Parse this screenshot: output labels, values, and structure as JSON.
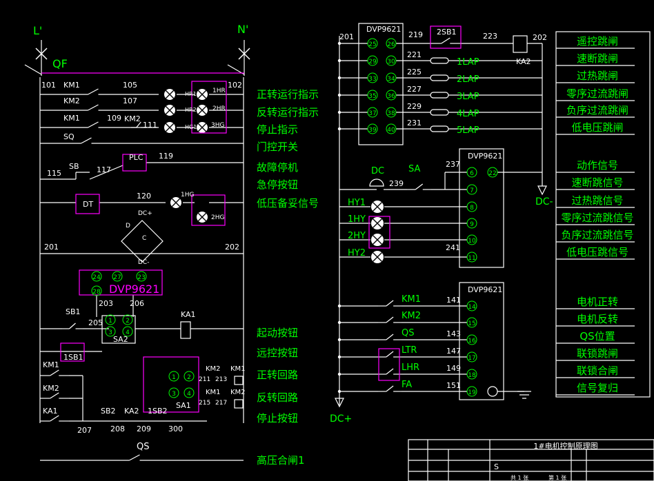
{
  "colors": {
    "background": "#000000",
    "wire": "#ffffff",
    "label": "#00ff00",
    "highlight": "#ff00ff",
    "lamp": "#ffffff",
    "annotation": "#00ff00"
  },
  "supply": {
    "L": "L'",
    "N": "N'",
    "breaker": "QF",
    "dc_plus": "DC+",
    "dc_minus": "DC-"
  },
  "left_nodes": {
    "n101": "101",
    "n102": "102",
    "n105": "105",
    "n107": "107",
    "n109": "109",
    "n111": "111",
    "n115": "115",
    "n117": "117",
    "n119": "119",
    "n120": "120",
    "n201": "201",
    "n202": "202",
    "n203": "203",
    "n205": "205",
    "n206": "206",
    "n207": "207",
    "n208": "208",
    "n209": "209",
    "n211": "211",
    "n213": "213",
    "n215": "215",
    "n217": "217",
    "n300": "300"
  },
  "left_devices": {
    "km1": "KM1",
    "km2": "KM2",
    "sq": "SQ",
    "sb": "SB",
    "plc": "PLC",
    "dt": "DT",
    "hr1": "1HR",
    "hr2": "2HR",
    "hg3": "3HG",
    "hr1b": "HR1",
    "hr2b": "HR2",
    "hg1b": "HG1",
    "hg1": "1HG",
    "hg2": "2HG",
    "dvp": "DVP9621",
    "ka1": "KA1",
    "ka2": "KA2",
    "sb1": "SB1",
    "tsb1": "1SB1",
    "sa2": "SA2",
    "sb2": "SB2",
    "tsb2": "1SB2",
    "sa1": "SA1",
    "qs": "QS",
    "d": "D",
    "c": "C",
    "dvp_ch24": "24",
    "dvp_ch27": "27",
    "dvp_ch23": "23",
    "dvp_ch28": "28",
    "sa2_1": "1",
    "sa2_2": "2",
    "sa2_3": "3",
    "sa2_4": "4",
    "sa1_1": "1",
    "sa1_2": "2",
    "sa1_3": "3",
    "sa1_4": "4"
  },
  "left_annotations": [
    "正转运行指示",
    "反转运行指示",
    "停止指示",
    "门控开关",
    "故障停机",
    "急停按钮",
    "低压备妥信号",
    "起动按钮",
    "远控按钮",
    "正转回路",
    "反转回路",
    "停止按钮",
    "高压合闸1"
  ],
  "right_top": {
    "dvp": "DVP9621",
    "node_201": "201",
    "node_202": "202",
    "node_219": "219",
    "node_223": "223",
    "sb": "2SB1",
    "ka2": "KA2",
    "terminals_left": [
      "25",
      "29",
      "33",
      "35",
      "37",
      "39"
    ],
    "terminals_right": [
      "26",
      "30",
      "34",
      "36",
      "38",
      "40"
    ],
    "wires": [
      "221",
      "225",
      "227",
      "229",
      "231"
    ],
    "laps": [
      "1LAP",
      "2LAP",
      "3LAP",
      "4LAP",
      "5LAP"
    ]
  },
  "right_mid": {
    "dvp": "DVP9621",
    "dc": "DC",
    "sa": "SA",
    "node_237": "237",
    "node_239": "239",
    "node_241": "241",
    "lamps": [
      "HY1",
      "1HY",
      "2HY",
      "HY2"
    ],
    "ch_left": [
      "6",
      "7",
      "8",
      "9",
      "10",
      "11"
    ],
    "ch_right": "22"
  },
  "right_bottom": {
    "dvp": "DVP9621",
    "inputs": [
      "KM1",
      "KM2",
      "QS",
      "LTR",
      "LHR",
      "FA"
    ],
    "wires": [
      "141",
      "",
      "143",
      "147",
      "149",
      "151"
    ],
    "channels": [
      "14",
      "15",
      "16",
      "17",
      "18",
      "19"
    ]
  },
  "right_panel": [
    "遥控跳闸",
    "速断跳闸",
    "过热跳闸",
    "零序过流跳闸",
    "负序过流跳闸",
    "低电压跳闸",
    "",
    "动作信号",
    "速断跳信号",
    "过热跳信号",
    "零序过流跳信号",
    "负序过流跳信号",
    "低电压跳信号",
    "",
    "电机正转",
    "电机反转",
    "QS位置",
    "联锁跳闸",
    "联锁合闸",
    "信号复归"
  ],
  "title_block": {
    "title": "1#电机控制原理图",
    "stage": "S",
    "sheet": "共 1 张",
    "sheet_no": "第 1 张"
  }
}
